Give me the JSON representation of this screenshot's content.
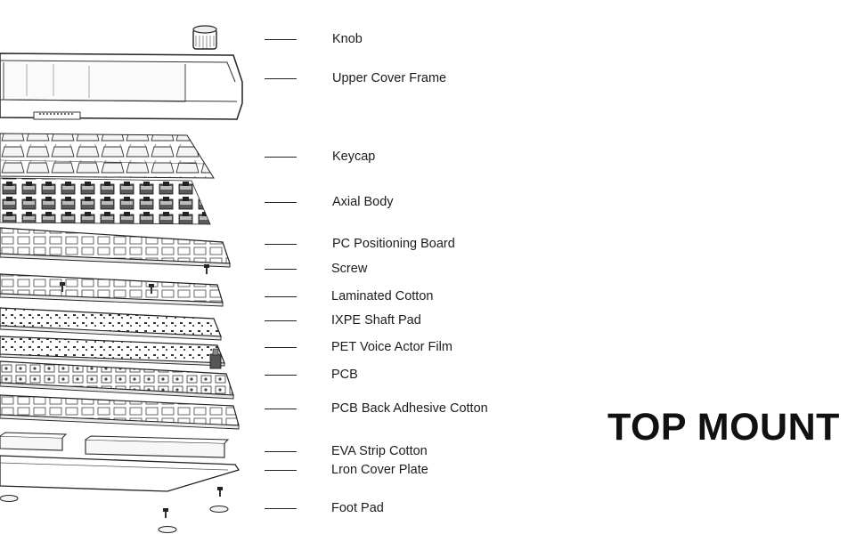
{
  "title": "TOP MOUNT",
  "components": [
    {
      "label": "Knob"
    },
    {
      "label": "Upper Cover Frame"
    },
    {
      "label": "Keycap"
    },
    {
      "label": "Axial Body"
    },
    {
      "label": "PC Positioning Board"
    },
    {
      "label": "Screw"
    },
    {
      "label": "Laminated Cotton"
    },
    {
      "label": "IXPE Shaft Pad"
    },
    {
      "label": "PET Voice Actor Film"
    },
    {
      "label": "PCB"
    },
    {
      "label": "PCB Back Adhesive Cotton"
    },
    {
      "label": "EVA Strip Cotton"
    },
    {
      "label": "Lron Cover Plate"
    },
    {
      "label": "Foot Pad"
    }
  ]
}
